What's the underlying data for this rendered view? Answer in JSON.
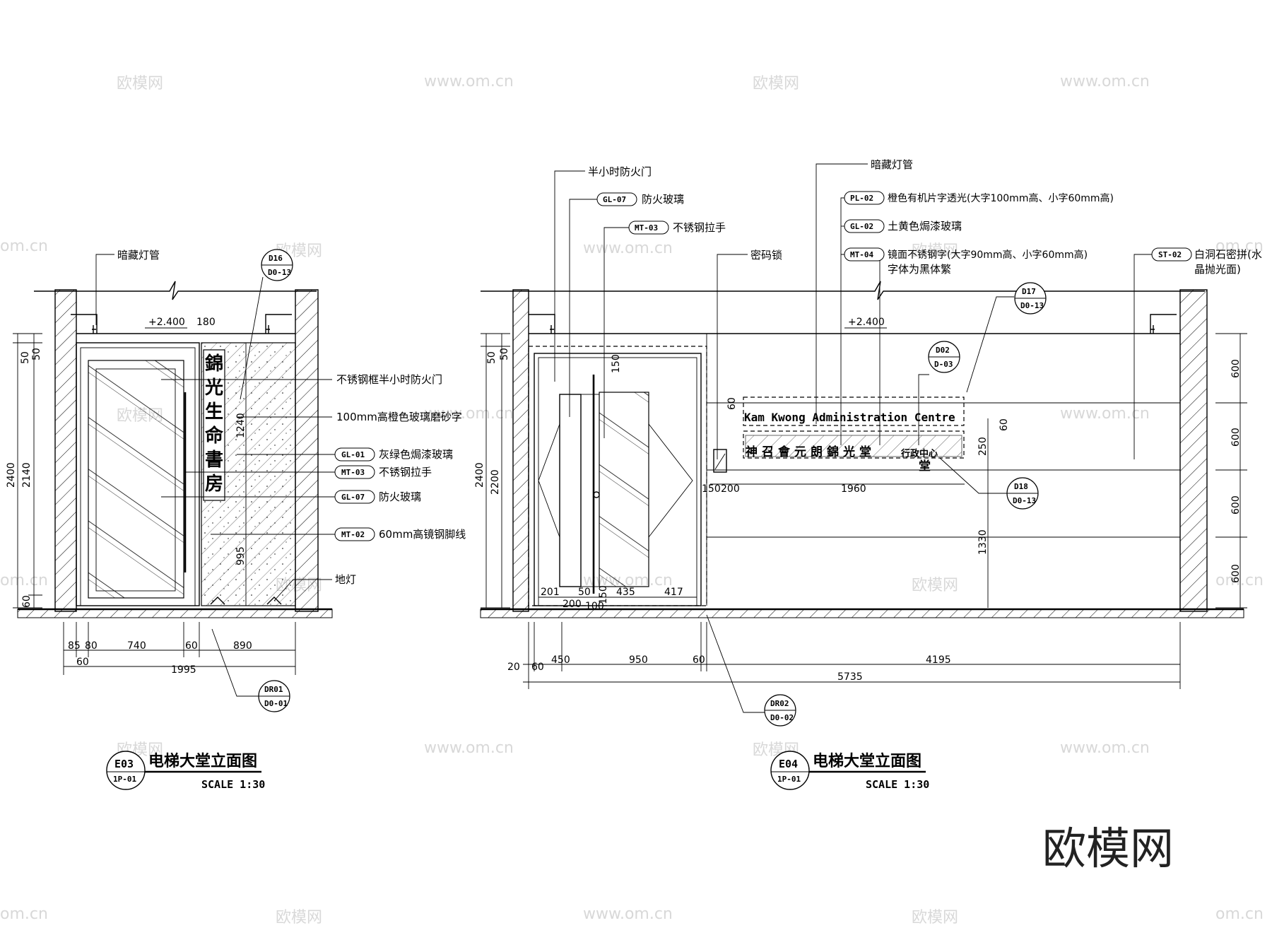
{
  "watermarks": {
    "brand": "欧模网",
    "site": "www.om.cn",
    "corner": "欧模网",
    "edge_site": "om.cn"
  },
  "left": {
    "title": "电梯大堂立面图",
    "code": "E03",
    "sheet": "1P-01",
    "scale": "SCALE 1:30",
    "level": "+2.400",
    "sign_vertical": [
      "錦",
      "光",
      "生",
      "命",
      "書",
      "房"
    ],
    "top_label": "暗藏灯管",
    "callouts": [
      {
        "tag": "",
        "text": "不锈钢框半小时防火门"
      },
      {
        "tag": "",
        "text": "100mm高橙色玻璃磨砂字"
      },
      {
        "tag": "GL-01",
        "text": "灰绿色焗漆玻璃"
      },
      {
        "tag": "MT-03",
        "text": "不锈钢拉手"
      },
      {
        "tag": "GL-07",
        "text": "防火玻璃"
      },
      {
        "tag": "MT-02",
        "text": "60mm高镜钢脚线"
      }
    ],
    "floor_label": "地灯",
    "detail_top": {
      "code": "D16",
      "sheet": "D0-13"
    },
    "detail_bottom": {
      "code": "DR01",
      "sheet": "D0-01"
    },
    "dims_left": [
      "50",
      "50",
      "2400",
      "2140",
      "60"
    ],
    "dims_inner": [
      "180",
      "1240",
      "995"
    ],
    "dims_bottom": [
      "85",
      "80",
      "740",
      "60",
      "890",
      "60",
      "1995"
    ]
  },
  "right": {
    "title": "电梯大堂立面图",
    "code": "E04",
    "sheet": "1P-01",
    "scale": "SCALE 1:30",
    "level": "+2.400",
    "sign_en": "Kam Kwong Administration Centre",
    "sign_cn": "神召會元朗錦光堂",
    "sign_cn_small": "行政中心",
    "sign_cn_last": "堂",
    "callouts_top": [
      {
        "tag": "",
        "text": "半小时防火门"
      },
      {
        "tag": "GL-07",
        "text": "防火玻璃"
      },
      {
        "tag": "MT-03",
        "text": "不锈钢拉手"
      },
      {
        "tag": "",
        "text": "密码锁"
      },
      {
        "tag": "",
        "text": "暗藏灯管"
      },
      {
        "tag": "PL-02",
        "text": "橙色有机片字透光(大字100mm高、小字60mm高)"
      },
      {
        "tag": "GL-02",
        "text": "土黄色焗漆玻璃"
      },
      {
        "tag": "MT-04",
        "text": "镜面不锈钢字(大字90mm高、小字60mm高)"
      },
      {
        "tag": "",
        "text": "字体为黑体繁"
      },
      {
        "tag": "ST-02",
        "text": "白洞石密拼(水"
      },
      {
        "tag": "",
        "text": "晶抛光面)"
      }
    ],
    "details": [
      {
        "code": "D17",
        "sheet": "D0-13"
      },
      {
        "code": "D02",
        "sheet": "D-03"
      },
      {
        "code": "D18",
        "sheet": "D0-13"
      },
      {
        "code": "DR02",
        "sheet": "D0-02"
      }
    ],
    "dims_left": [
      "50",
      "50",
      "2400",
      "2200"
    ],
    "dims_right": [
      "600",
      "600",
      "600",
      "600"
    ],
    "dims_inner": [
      "150",
      "60",
      "60",
      "250",
      "150",
      "200",
      "1960",
      "1330",
      "201",
      "50",
      "200",
      "150",
      "100",
      "435",
      "417"
    ],
    "dims_bottom": [
      "20",
      "60",
      "450",
      "950",
      "60",
      "4195",
      "5735"
    ]
  }
}
